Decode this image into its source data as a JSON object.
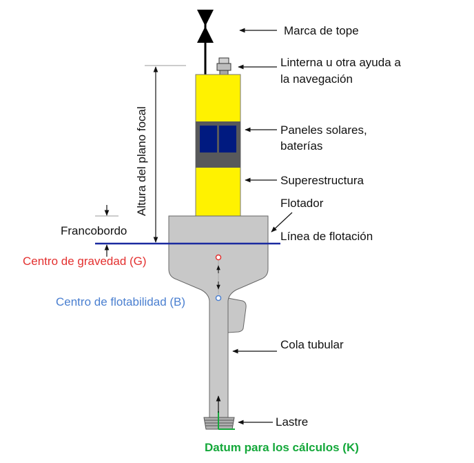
{
  "labels": {
    "marca_de_tope": "Marca de tope",
    "linterna_1": "Linterna u otra ayuda a",
    "linterna_2": "la navegación",
    "paneles_1": "Paneles solares,",
    "paneles_2": "baterías",
    "superestructura": "Superestructura",
    "flotador": "Flotador",
    "linea_flotacion": "Línea de flotación",
    "francobordo": "Francobordo",
    "altura_plano_focal": "Altura del plano focal",
    "centro_gravedad": "Centro de gravedad (G)",
    "centro_flotabilidad": "Centro de flotabilidad (B)",
    "cola_tubular": "Cola tubular",
    "lastre": "Lastre",
    "datum": "Datum para los cálculos (K)"
  },
  "colors": {
    "superstructure_yellow": "#fff200",
    "solar_panel_frame": "#58595b",
    "solar_panel_cells": "#001a80",
    "hull_gray": "#c8c8c8",
    "waterline_blue": "#1a2aa0",
    "gravity_red": "#e3302f",
    "buoyancy_blue": "#4a7fd0",
    "datum_green": "#14a83a"
  }
}
